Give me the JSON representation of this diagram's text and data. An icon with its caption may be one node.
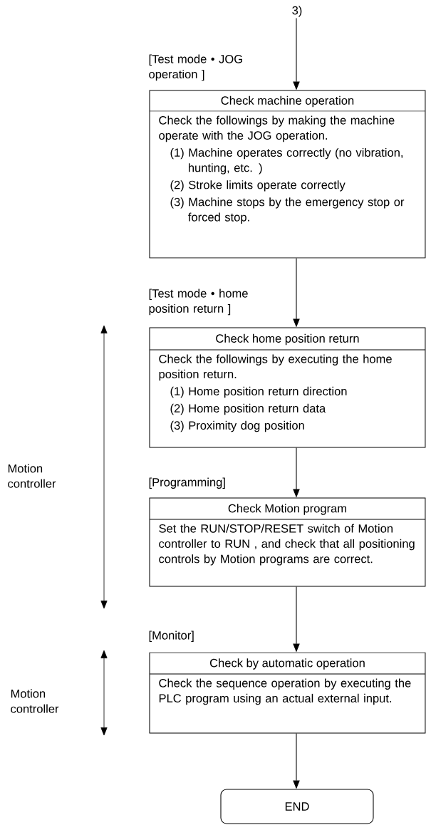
{
  "diagram": {
    "nodes": [
      {
        "text": [
          "3)"
        ]
      },
      {
        "text": [
          "Check machine operation",
          "Check the followings by making the machine operate with the JOG operation.",
          "(1) Machine operates correctly (no vibration, hunting, etc. )",
          "(2) Stroke limits operate correctly",
          "(3) Machine stops by the emergency stop or forced stop."
        ],
        "beside": [
          "[Test mode • JOG operation ]"
        ]
      },
      {
        "text": [
          "Check home position return",
          "Check the followings by executing the home position return.",
          "(1) Home position return direction",
          "(2) Home position return data",
          "(3) Proximity dog position"
        ],
        "beside": [
          "[Test mode • home position return ]"
        ]
      },
      {
        "text": [
          "Check Motion program",
          "Set the RUN/STOP/RESET switch of Motion controller to RUN , and check that all positioning controls by Motion programs are correct."
        ],
        "beside": [
          "[Programming]"
        ]
      },
      {
        "text": [
          "Check by automatic operation",
          "Check the sequence operation by executing the PLC program using an actual external input."
        ],
        "beside": [
          "[Monitor]"
        ]
      },
      {
        "text": [
          "END"
        ]
      }
    ],
    "edges": [
      {
        "from": 0,
        "to": 1,
        "arrow": "to"
      },
      {
        "from": 1,
        "to": 2,
        "arrow": "to"
      },
      {
        "from": 2,
        "to": 3,
        "arrow": "to"
      },
      {
        "from": 3,
        "to": 4,
        "arrow": "to"
      },
      {
        "from": 4,
        "to": 5,
        "arrow": "to"
      }
    ],
    "labels": [
      "Motion controller",
      "Motion controller"
    ]
  }
}
